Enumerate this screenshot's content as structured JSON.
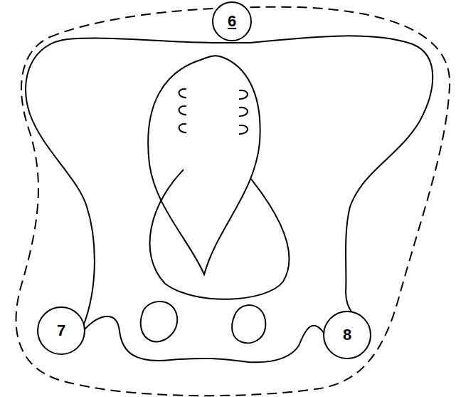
{
  "diagram": {
    "nodes": [
      {
        "text": [
          "6"
        ]
      },
      {
        "text": [
          "7"
        ]
      },
      {
        "text": [
          "8"
        ]
      }
    ]
  }
}
